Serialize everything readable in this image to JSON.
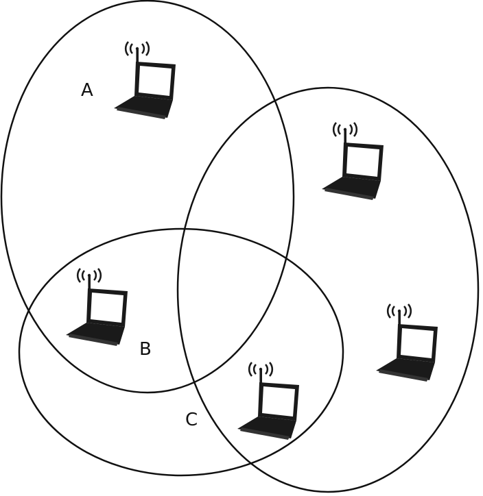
{
  "diagram": {
    "colors": {
      "stroke": "#111111",
      "laptop": "#1a1a1a",
      "screen": "#ffffff",
      "background": "#ffffff"
    },
    "zones": [
      {
        "id": "A",
        "label": "A"
      },
      {
        "id": "B",
        "label": "B"
      },
      {
        "id": "C",
        "label": "C"
      }
    ],
    "nodes": [
      {
        "icon": "wireless-laptop-icon"
      },
      {
        "icon": "wireless-laptop-icon"
      },
      {
        "icon": "wireless-laptop-icon"
      },
      {
        "icon": "wireless-laptop-icon"
      },
      {
        "icon": "wireless-laptop-icon"
      }
    ]
  }
}
